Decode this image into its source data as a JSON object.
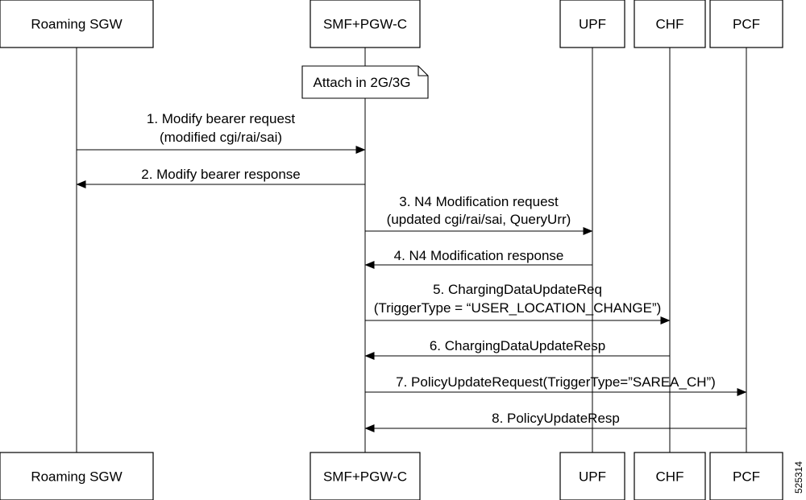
{
  "participants": [
    {
      "id": "sgw",
      "label": "Roaming SGW"
    },
    {
      "id": "smf",
      "label": "SMF+PGW-C"
    },
    {
      "id": "upf",
      "label": "UPF"
    },
    {
      "id": "chf",
      "label": "CHF"
    },
    {
      "id": "pcf",
      "label": "PCF"
    }
  ],
  "note": {
    "text": "Attach in 2G/3G"
  },
  "messages": [
    {
      "id": "m1",
      "from": "sgw",
      "to": "smf",
      "lines": [
        "1. Modify bearer request",
        "(modified cgi/rai/sai)"
      ]
    },
    {
      "id": "m2",
      "from": "smf",
      "to": "sgw",
      "lines": [
        "2. Modify bearer response"
      ]
    },
    {
      "id": "m3",
      "from": "smf",
      "to": "upf",
      "lines": [
        "3. N4 Modification request",
        "(updated cgi/rai/sai, QueryUrr)"
      ]
    },
    {
      "id": "m4",
      "from": "upf",
      "to": "smf",
      "lines": [
        "4. N4 Modification response"
      ]
    },
    {
      "id": "m5",
      "from": "smf",
      "to": "chf",
      "lines": [
        "5. ChargingDataUpdateReq",
        "(TriggerType = “USER_LOCATION_CHANGE”)"
      ]
    },
    {
      "id": "m6",
      "from": "chf",
      "to": "smf",
      "lines": [
        "6. ChargingDataUpdateResp"
      ]
    },
    {
      "id": "m7",
      "from": "smf",
      "to": "pcf",
      "lines": [
        "7. PolicyUpdateRequest(TriggerType=”SAREA_CH”)"
      ]
    },
    {
      "id": "m8",
      "from": "pcf",
      "to": "smf",
      "lines": [
        "8. PolicyUpdateResp"
      ]
    }
  ],
  "figure_id": "525314",
  "colors": {
    "line": "#000000",
    "background": "#ffffff"
  }
}
